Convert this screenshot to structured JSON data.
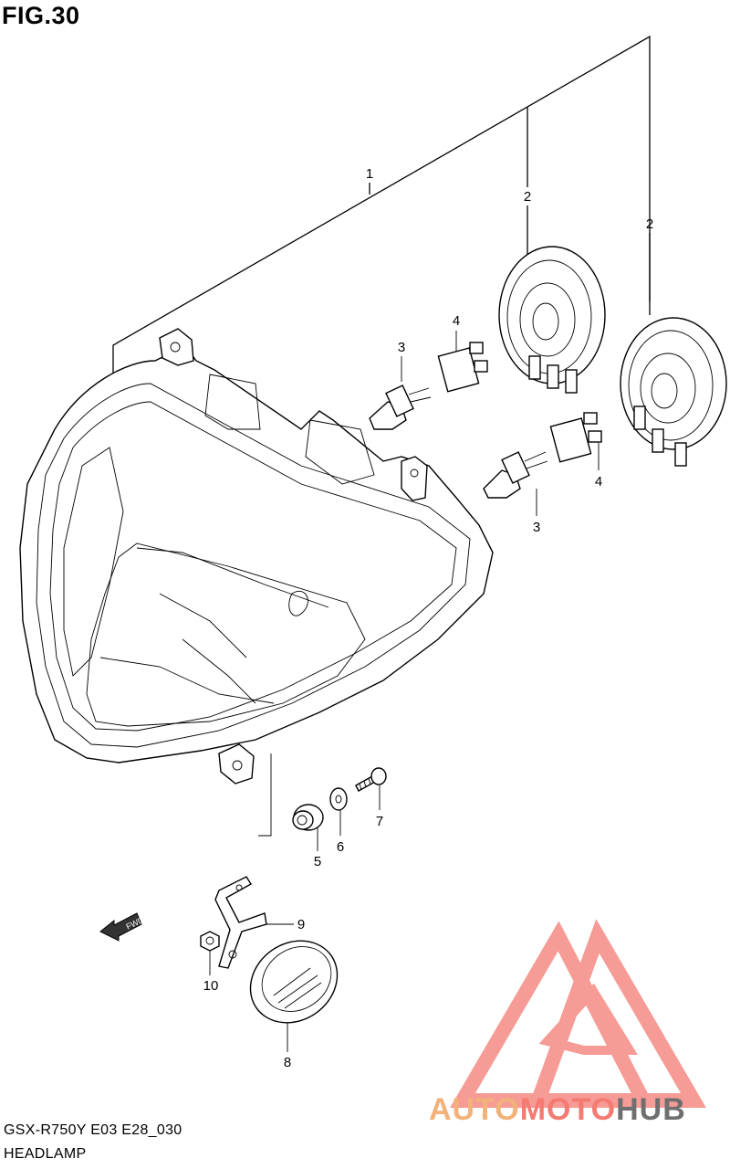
{
  "figure": {
    "title": "FIG.30",
    "code": "GSX-R750Y E03 E28_030",
    "name": "HEADLAMP"
  },
  "callouts": {
    "c1": "1",
    "c2a": "2",
    "c2b": "2",
    "c3a": "3",
    "c3b": "3",
    "c4a": "4",
    "c4b": "4",
    "c5": "5",
    "c6": "6",
    "c7": "7",
    "c8": "8",
    "c9": "9",
    "c10": "10"
  },
  "fwd_label": "FWD",
  "watermark": {
    "part1": "AUTO",
    "part2": "MOTO",
    "part3": "HUB",
    "color_triangle": "#f47a72",
    "color_auto": "#f2b27a",
    "color_hub": "#6f6f6f"
  }
}
